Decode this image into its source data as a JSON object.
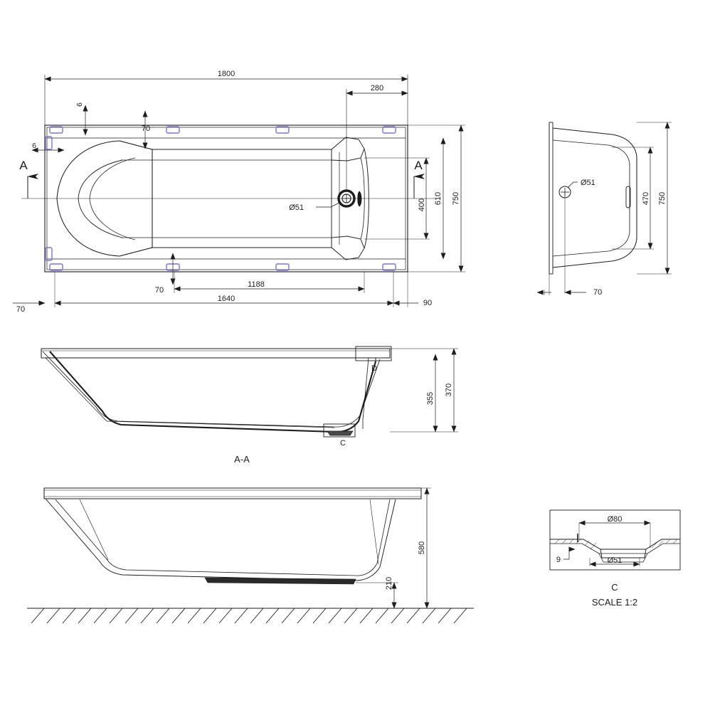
{
  "drawing": {
    "title": "Bathtub technical drawing — plan, end view, sections A-A and detail C",
    "units": "mm",
    "line_color": "#1d1d1d",
    "bracket_color": "#7b74d6",
    "background": "#ffffff"
  },
  "plan_view": {
    "name": "top-plan-view",
    "dimensions": {
      "overall_length": "1800",
      "overall_width": "750",
      "inner_width_610": "610",
      "waste_centre_400": "400",
      "waste_from_end_280": "280",
      "flange_6": "6",
      "flange_6b": "6",
      "leg_inset_top_70": "70",
      "leg_inset_bottom_70": "70",
      "leg_span_1188": "1188",
      "frame_1640": "1640",
      "offset_left_70": "70",
      "offset_right_90": "90",
      "waste_diameter": "Ø51"
    },
    "section_marks": {
      "left": "A",
      "right": "A"
    }
  },
  "end_view": {
    "name": "right-end-elevation",
    "dimensions": {
      "overall_height_750": "750",
      "body_height_470": "470",
      "foot_offset_70": "70",
      "waste_diameter": "Ø51"
    }
  },
  "section_aa": {
    "name": "section-a-a",
    "label": "A-A",
    "dimensions": {
      "depth_370": "370",
      "depth_355": "355"
    },
    "detail_marks": {
      "upper": "D",
      "lower": "C"
    }
  },
  "front_elevation": {
    "name": "front-elevation",
    "dimensions": {
      "total_height_580": "580",
      "clearance_210": "210"
    }
  },
  "detail_c": {
    "name": "detail-c-waste",
    "label": "C",
    "scale": "SCALE 1:2",
    "dimensions": {
      "outer_diameter": "Ø80",
      "inner_diameter": "Ø51",
      "thickness_9": "9"
    }
  }
}
